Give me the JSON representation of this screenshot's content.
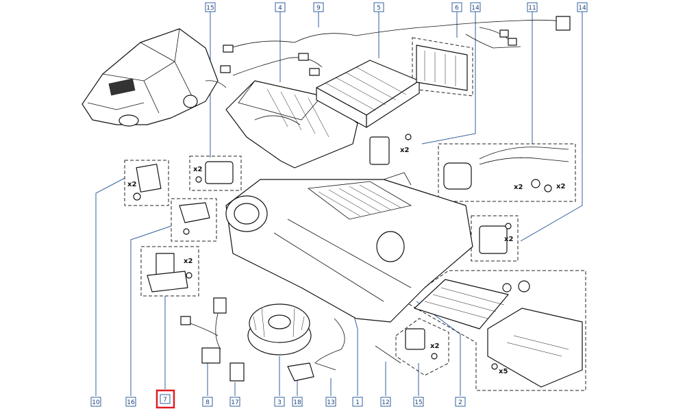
{
  "callouts": {
    "c15a": "15",
    "c4": "4",
    "c9": "9",
    "c5": "5",
    "c6": "6",
    "c14a": "14",
    "c11": "11",
    "c14b": "14",
    "c10": "10",
    "c16": "16",
    "c7": "7",
    "c8": "8",
    "c17": "17",
    "c3": "3",
    "c18": "18",
    "c13": "13",
    "c1": "1",
    "c12": "12",
    "c15b": "15",
    "c2": "2"
  },
  "highlighted_callout": "7",
  "quantities": {
    "q_x2_a": "x2",
    "q_x2_b": "x2",
    "q_x2_c": "x2",
    "q_x2_d": "x2",
    "q_x2_e": "x2",
    "q_x2_f": "x2",
    "q_x2_g": "x2",
    "q_x2_h": "x2",
    "q_x5": "x5"
  },
  "colors": {
    "callout_border": "#2f5f9e",
    "callout_text": "#1f3f78",
    "highlight": "#e11b22",
    "ink": "#111111"
  }
}
